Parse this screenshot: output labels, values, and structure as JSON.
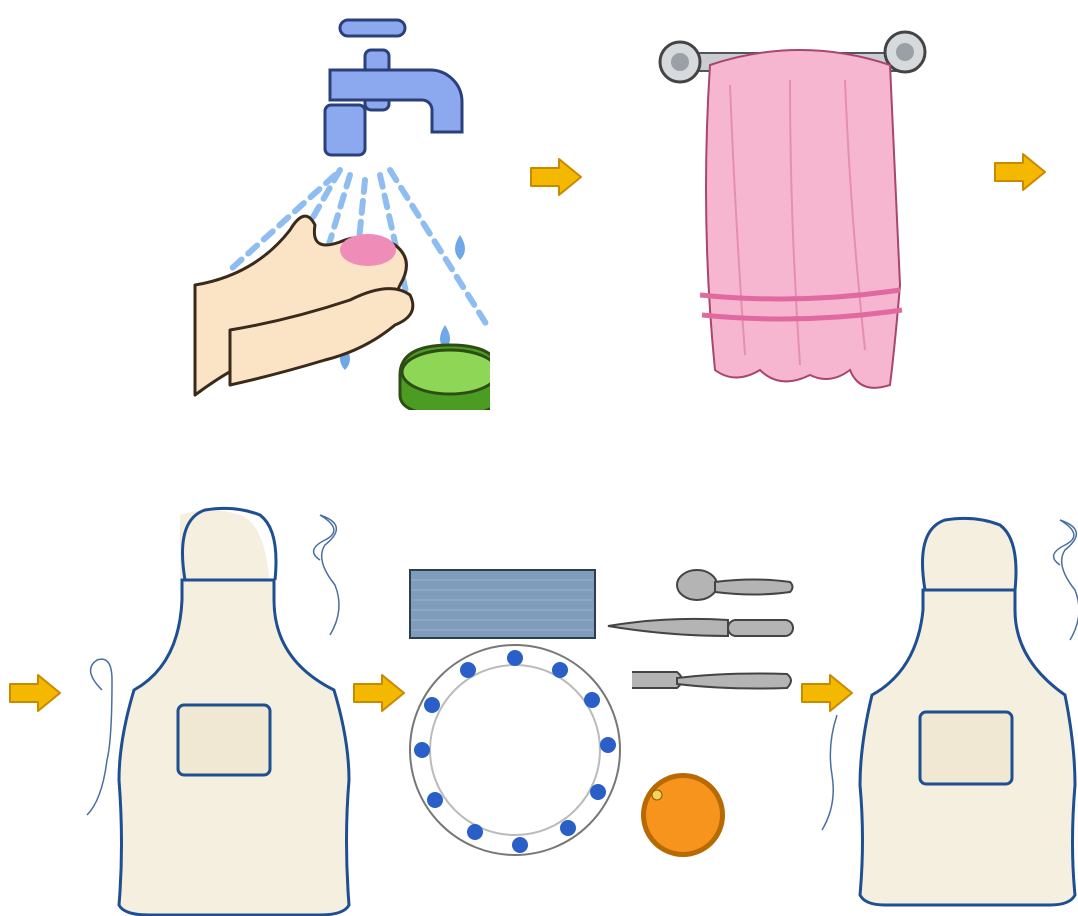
{
  "sequence": [
    {
      "step": 1,
      "icon": "hand-washing-icon"
    },
    {
      "step": 2,
      "icon": "towel-icon"
    },
    {
      "step": 3,
      "icon": "apron-icon"
    },
    {
      "step": 4,
      "icon": "table-setting-icon"
    },
    {
      "step": 5,
      "icon": "apron-icon"
    }
  ],
  "arrows": {
    "count": 5,
    "icon": "right-arrow-icon",
    "color": "#f5b800",
    "stroke": "#c98a00"
  },
  "colors": {
    "faucet": "#8ca8ef",
    "water": "#6fa8e8",
    "soap": "#6abf3a",
    "towel": "#f7b6cf",
    "towel_stripe": "#e06aa0",
    "apron": "#f4efde",
    "apron_trim": "#1e4f92",
    "napkin": "#7f9dbb",
    "plate_flower": "#2a5fc8",
    "cutlery": "#b4b4b4",
    "orange": "#f7941d"
  }
}
